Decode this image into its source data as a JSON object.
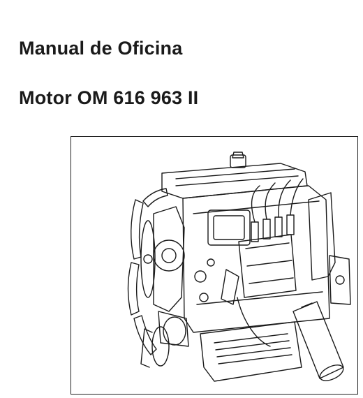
{
  "document": {
    "title_line1": "Manual de Oficina",
    "title_line2": "Motor OM 616 963 II"
  },
  "illustration": {
    "icon": "engine-line-drawing",
    "ink_color": "#1a1a1a"
  }
}
